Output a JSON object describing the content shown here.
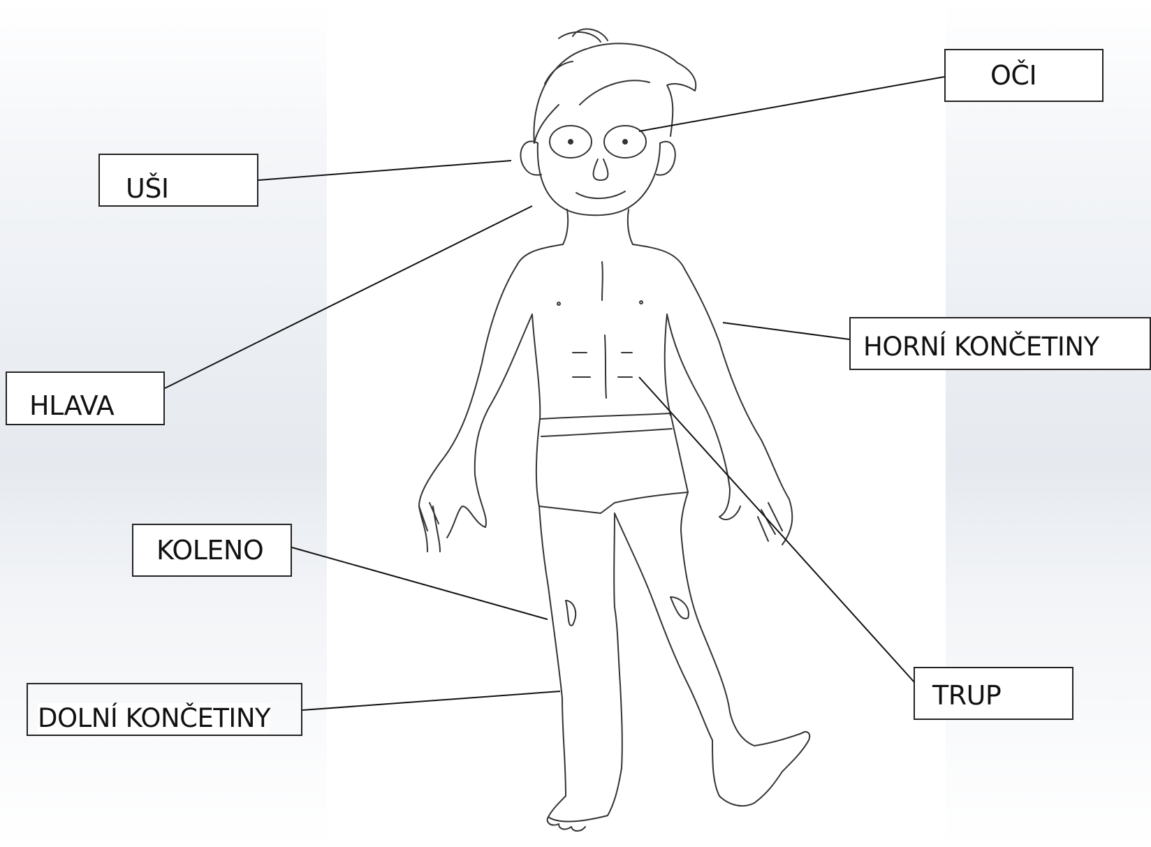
{
  "diagram": {
    "labels": {
      "oci": "OČI",
      "usi": "UŠI",
      "hlava": "HLAVA",
      "horni_koncetiny": "HORNÍ KONČETINY",
      "koleno": "KOLENO",
      "trup": "TRUP",
      "dolni_koncetiny": "DOLNÍ KONČETINY"
    },
    "colors": {
      "line": "#111111",
      "box_border": "#222222",
      "drawing": "#333333"
    }
  }
}
